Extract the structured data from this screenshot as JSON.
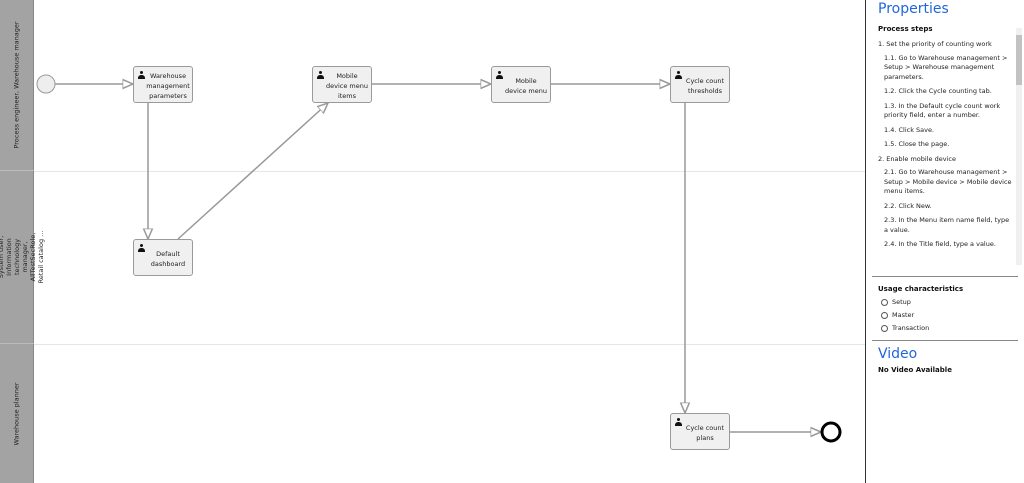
{
  "lanes": [
    "Process engineer, Warehouse manager",
    "TestEssentialRole, System user, Information technology manager, AllTestSecRole, Retail catalog ...",
    "Warehouse planner"
  ],
  "nodes": {
    "wmp": "Warehouse management parameters",
    "mdmi": "Mobile device menu items",
    "mdm": "Mobile device menu",
    "cct": "Cycle count thresholds",
    "dd": "Default dashboard",
    "ccp": "Cycle count plans"
  },
  "panel": {
    "title": "Properties",
    "process_steps_heading": "Process steps",
    "steps": [
      {
        "t": "1. Set the priority of counting work",
        "l": 1
      },
      {
        "t": "1.1. Go to Warehouse management > Setup > Warehouse management parameters.",
        "l": 2
      },
      {
        "t": "1.2. Click the Cycle counting tab.",
        "l": 2
      },
      {
        "t": "1.3. In the Default cycle count work priority field, enter a number.",
        "l": 2
      },
      {
        "t": "1.4. Click Save.",
        "l": 2
      },
      {
        "t": "1.5. Close the page.",
        "l": 2
      },
      {
        "t": "2. Enable mobile device",
        "l": 1
      },
      {
        "t": "2.1. Go to Warehouse management > Setup > Mobile device > Mobile device menu items.",
        "l": 2
      },
      {
        "t": "2.2. Click New.",
        "l": 2
      },
      {
        "t": "2.3. In the Menu item name field, type a value.",
        "l": 2
      },
      {
        "t": "2.4. In the Title field, type a value.",
        "l": 2
      }
    ],
    "usage_heading": "Usage characteristics",
    "usage_options": [
      "Setup",
      "Master",
      "Transaction"
    ],
    "video_title": "Video",
    "video_text": "No Video Available"
  }
}
